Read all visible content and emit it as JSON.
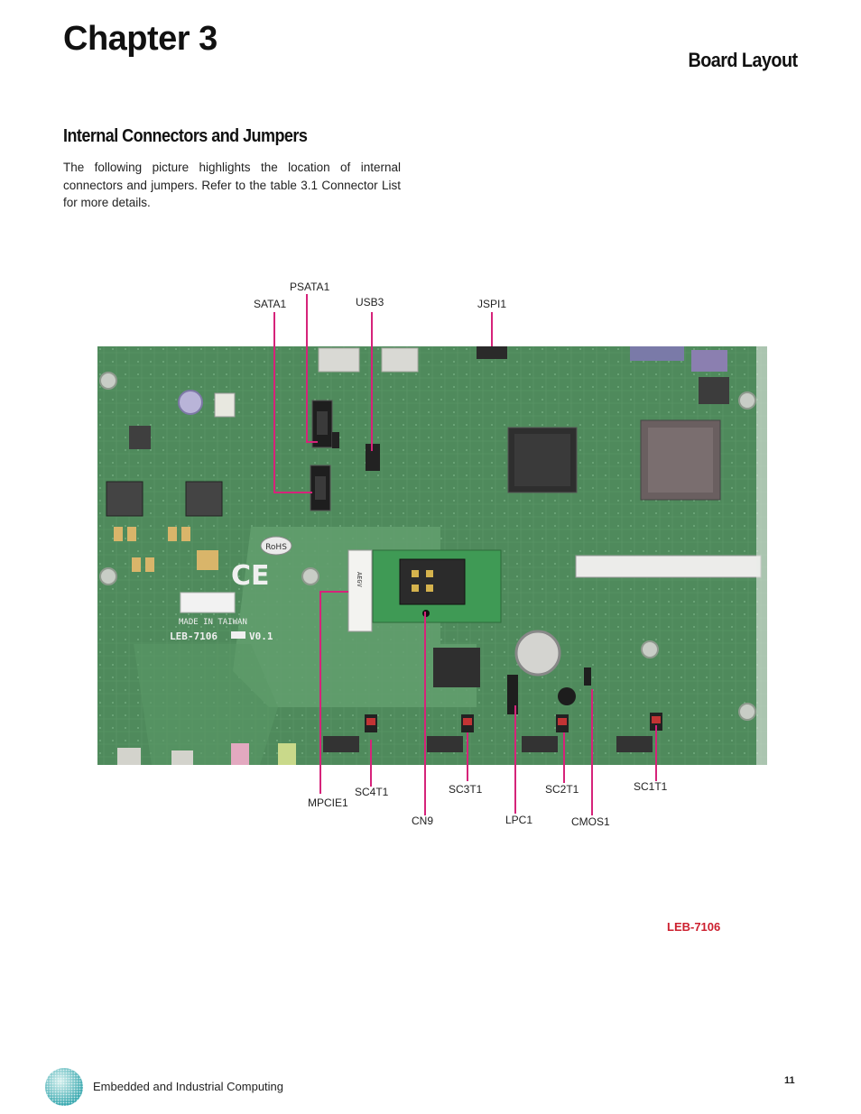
{
  "header": {
    "chapter": "Chapter 3",
    "section": "Board Layout"
  },
  "content": {
    "heading": "Internal Connectors and Jumpers",
    "paragraph": "The following picture highlights the location of internal connectors and jumpers. Refer to the table 3.1 Connector List for more details."
  },
  "figure": {
    "caption": "LEB-7106",
    "board_labels": {
      "psata1": "PSATA1",
      "sata1": "SATA1",
      "usb3": "USB3",
      "jspi1": "JSPI1",
      "mpcie1": "MPCIE1",
      "sc4t1": "SC4T1",
      "cn9": "CN9",
      "sc3t1": "SC3T1",
      "lpc1": "LPC1",
      "sc2t1": "SC2T1",
      "cmos1": "CMOS1",
      "sc1t1": "SC1T1"
    },
    "silkscreen": {
      "made_in": "MADE IN TAIWAN",
      "model": "LEB-7106",
      "version": "V0.1",
      "rohs": "RoHS",
      "ce": "CE"
    },
    "colors": {
      "pcb": "#4f8a5c",
      "leader": "#d6237a",
      "caption": "#cc1f2e"
    }
  },
  "footer": {
    "company": "Embedded and Industrial Computing",
    "page": "11"
  }
}
